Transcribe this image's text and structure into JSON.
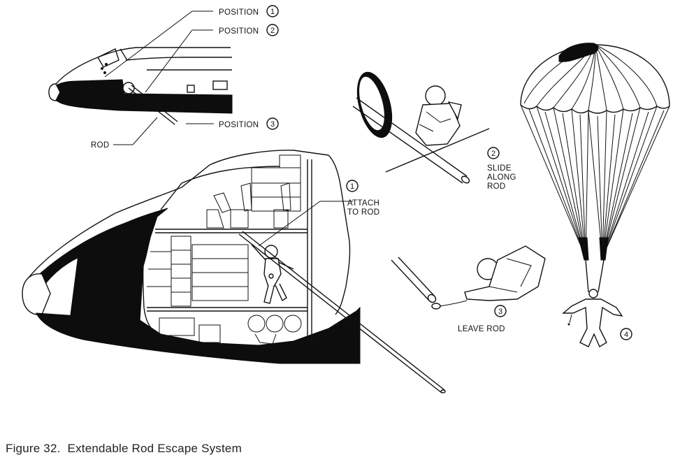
{
  "labels": {
    "position1": "POSITION",
    "position2": "POSITION",
    "position3": "POSITION",
    "rod": "ROD",
    "attach_line1": "ATTACH",
    "attach_line2": "TO ROD",
    "slide_line1": "SLIDE",
    "slide_line2": "ALONG",
    "slide_line3": "ROD",
    "leave": "LEAVE ROD"
  },
  "numbers": {
    "pos1": "1",
    "pos2": "2",
    "pos3": "3",
    "step1": "1",
    "step2": "2",
    "step3": "3",
    "step4": "4"
  },
  "caption": {
    "figure": "Figure 32.",
    "title": "Extendable Rod Escape System"
  }
}
